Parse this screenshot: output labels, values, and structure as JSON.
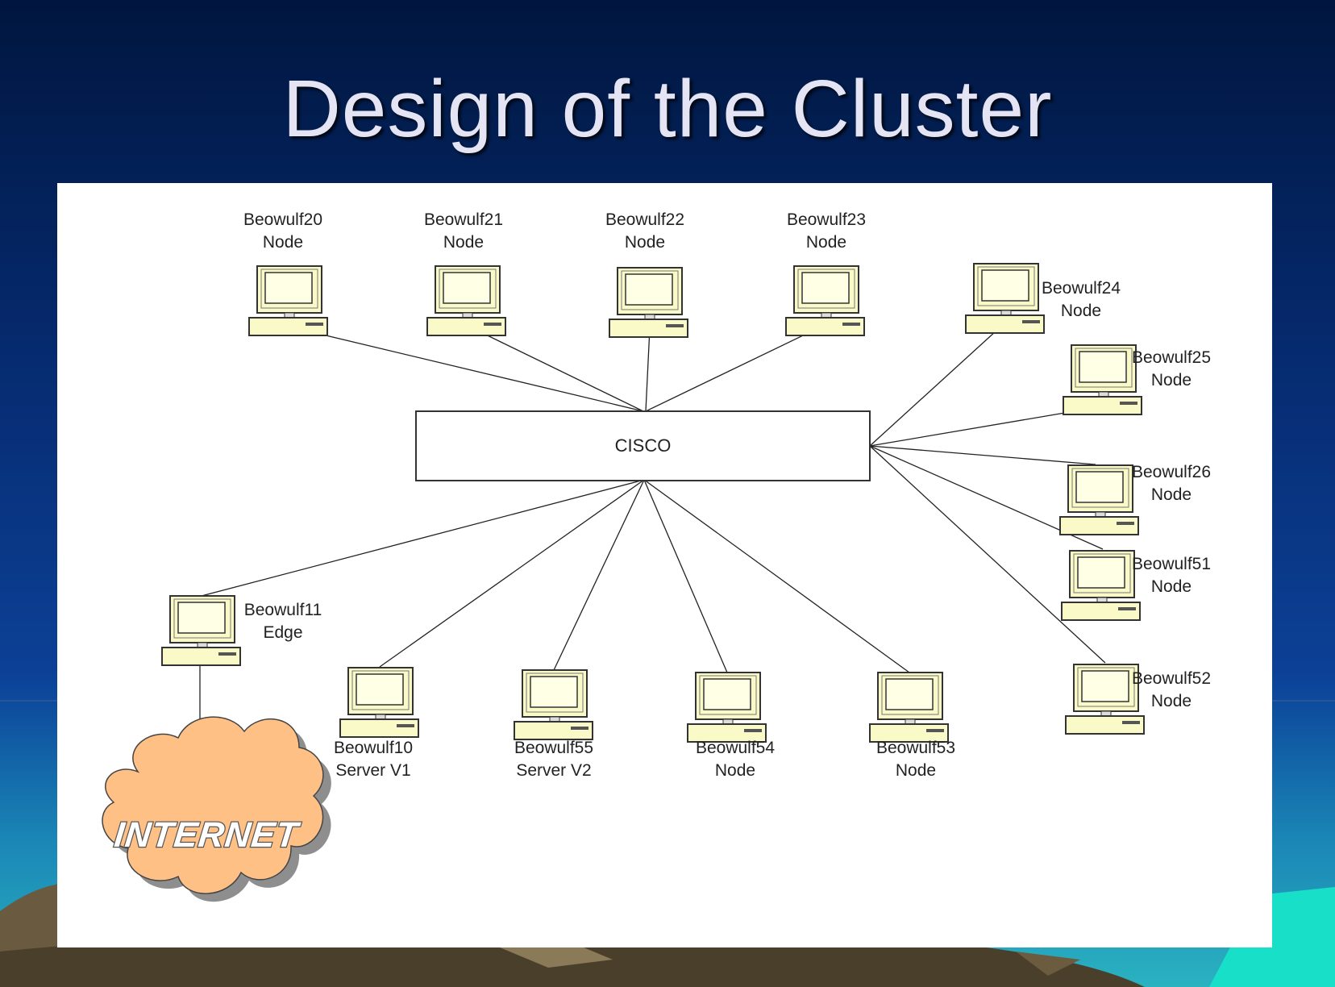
{
  "slide": {
    "title": "Design of the Cluster",
    "colors": {
      "background_top": "#00163f",
      "background_mid": "#0b3a8a",
      "cloud_fill": "#ffc086",
      "computer_fill": "#fafac8"
    }
  },
  "diagram": {
    "switch": {
      "label": "CISCO"
    },
    "cloud": {
      "label": "INTERNET",
      "icon": "cloud-icon"
    },
    "nodes": [
      {
        "id": "beowulf20",
        "name": "Beowulf20",
        "role": "Node",
        "icon": "computer-icon"
      },
      {
        "id": "beowulf21",
        "name": "Beowulf21",
        "role": "Node",
        "icon": "computer-icon"
      },
      {
        "id": "beowulf22",
        "name": "Beowulf22",
        "role": "Node",
        "icon": "computer-icon"
      },
      {
        "id": "beowulf23",
        "name": "Beowulf23",
        "role": "Node",
        "icon": "computer-icon"
      },
      {
        "id": "beowulf24",
        "name": "Beowulf24",
        "role": "Node",
        "icon": "computer-icon"
      },
      {
        "id": "beowulf25",
        "name": "Beowulf25",
        "role": "Node",
        "icon": "computer-icon"
      },
      {
        "id": "beowulf26",
        "name": "Beowulf26",
        "role": "Node",
        "icon": "computer-icon"
      },
      {
        "id": "beowulf51",
        "name": "Beowulf51",
        "role": "Node",
        "icon": "computer-icon"
      },
      {
        "id": "beowulf52",
        "name": "Beowulf52",
        "role": "Node",
        "icon": "computer-icon"
      },
      {
        "id": "beowulf11",
        "name": "Beowulf11",
        "role": "Edge",
        "icon": "computer-icon"
      },
      {
        "id": "beowulf10",
        "name": "Beowulf10",
        "role": "Server V1",
        "icon": "computer-icon"
      },
      {
        "id": "beowulf55",
        "name": "Beowulf55",
        "role": "Server V2",
        "icon": "computer-icon"
      },
      {
        "id": "beowulf54",
        "name": "Beowulf54",
        "role": "Node",
        "icon": "computer-icon"
      },
      {
        "id": "beowulf53",
        "name": "Beowulf53",
        "role": "Node",
        "icon": "computer-icon"
      }
    ],
    "links": [
      [
        "switch",
        "beowulf20"
      ],
      [
        "switch",
        "beowulf21"
      ],
      [
        "switch",
        "beowulf22"
      ],
      [
        "switch",
        "beowulf23"
      ],
      [
        "switch",
        "beowulf24"
      ],
      [
        "switch",
        "beowulf25"
      ],
      [
        "switch",
        "beowulf26"
      ],
      [
        "switch",
        "beowulf51"
      ],
      [
        "switch",
        "beowulf52"
      ],
      [
        "switch",
        "beowulf11"
      ],
      [
        "switch",
        "beowulf10"
      ],
      [
        "switch",
        "beowulf55"
      ],
      [
        "switch",
        "beowulf54"
      ],
      [
        "switch",
        "beowulf53"
      ],
      [
        "beowulf11",
        "cloud"
      ]
    ]
  }
}
